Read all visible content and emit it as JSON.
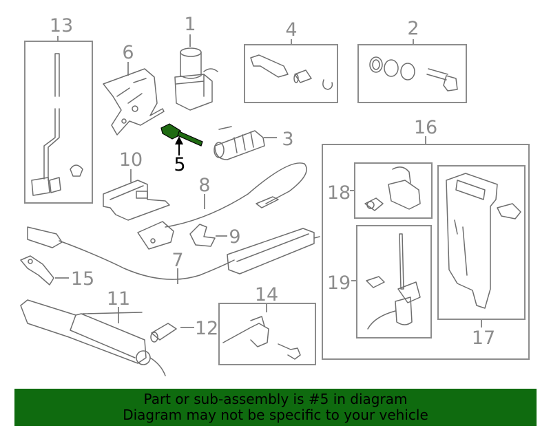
{
  "callouts": {
    "c1": "1",
    "c2": "2",
    "c3": "3",
    "c4": "4",
    "c5": "5",
    "c6": "6",
    "c7": "7",
    "c8": "8",
    "c9": "9",
    "c10": "10",
    "c11": "11",
    "c12": "12",
    "c13": "13",
    "c14": "14",
    "c15": "15",
    "c16": "16",
    "c17": "17",
    "c18": "18",
    "c19": "19"
  },
  "highlight": {
    "part": "5",
    "color": "#1f6b12"
  },
  "banner": {
    "line1": "Part or sub-assembly is #5 in diagram",
    "line2": "Diagram may not be specific to your vehicle",
    "color": "#0f6b0f"
  }
}
